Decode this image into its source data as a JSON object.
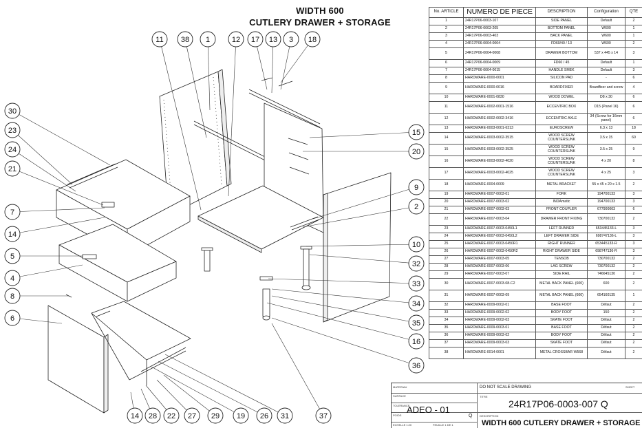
{
  "title_line1": "WIDTH 600",
  "title_line2": "CUTLERY DRAWER + STORAGE",
  "table": {
    "headers": [
      "No. ARTICLE",
      "NUMERO DE PIECE",
      "DESCRIPTION",
      "Configuration",
      "QTE"
    ],
    "rows": [
      [
        "1",
        "24R17P06-0003-107",
        "SIDE PANEL",
        "Default",
        "2"
      ],
      [
        "2",
        "24R17P06-0003-205",
        "BOTTOM PANEL",
        "W600",
        "1"
      ],
      [
        "3",
        "24R17P06-0003-403",
        "BACK PANEL",
        "W600",
        "1"
      ],
      [
        "4",
        "24R17P06-0004-0004",
        "FD60/40 / 13",
        "W600",
        "2"
      ],
      [
        "5",
        "24R17P06-0004-0008",
        "DRAWER BOTTOM",
        "537 x 445 x 14",
        "3"
      ],
      [
        "6",
        "24R17P06-0004-0009",
        "FD60 / 45",
        "Default",
        "1"
      ],
      [
        "7",
        "24R17P06-0004-0015",
        "HANDLE SMEK",
        "Default",
        "3"
      ],
      [
        "8",
        "HARDWARE-0000-0001",
        "SILICON PAD",
        "-",
        "6"
      ],
      [
        "9",
        "HARDWARE-0000-0016",
        "BOARDFIXER",
        "Boardfixer and screw",
        "4"
      ],
      [
        "10",
        "HARDWARE-0001-0830",
        "WOOD DOWEL",
        "D8 x 30",
        "6"
      ],
      [
        "11",
        "HARDWARE-0002-0001-1516",
        "ECCENTRIC BOX",
        "D15 (Panel 16)",
        "6"
      ],
      [
        "12",
        "HARDWARE-0002-0002-3416",
        "ECCENTRIC AXLE",
        "34 (Screw for 16mm panel)",
        "6"
      ],
      [
        "13",
        "HARDWARE-0003-0001-6313",
        "EUROSCREW",
        "6.3 x 13",
        "18"
      ],
      [
        "14",
        "HARDWARE-0003-0002-3515",
        "WOOD SCREW COUNTERSUNK",
        "3.5 x 15",
        "60"
      ],
      [
        "15",
        "HARDWARE-0003-0002-3525",
        "WOOD SCREW COUNTERSUNK",
        "3.5 x 25",
        "9"
      ],
      [
        "16",
        "HARDWARE-0003-0002-4020",
        "WOOD SCREW COUNTERSUNK",
        "4 x 20",
        "8"
      ],
      [
        "17",
        "HARDWARE-0003-0002-4025",
        "WOOD SCREW COUNTERSUNK",
        "4 x 25",
        "3"
      ],
      [
        "18",
        "HARDWARE-0004-0009",
        "METAL BRACKET",
        "55 x 45 x 20 x 1.5",
        "2"
      ],
      [
        "19",
        "HARDWARE-0007-0003-01",
        "FORK",
        "194700133",
        "3"
      ],
      [
        "20",
        "HARDWARE-0007-0003-02",
        "INDAmatic",
        "194700133",
        "3"
      ],
      [
        "21",
        "HARDWARE-0007-0003-03",
        "FRONT COUPLER",
        "677900003",
        "6"
      ],
      [
        "22",
        "HARDWARE-0007-0003-04",
        "DRAWER FRONT FIXING",
        "730700132",
        "2"
      ],
      [
        "23",
        "HARDWARE-0007-0003-0450L1",
        "LEFT RUNNER",
        "653445133-L",
        "3"
      ],
      [
        "24",
        "HARDWARE-0007-0003-0450L2",
        "LEFT DRAWER SIDE",
        "698747136-L",
        "3"
      ],
      [
        "25",
        "HARDWARE-0007-0003-0450R1",
        "RIGHT RUNNER",
        "653445133-R",
        "3"
      ],
      [
        "26",
        "HARDWARE-0007-0003-0450R2",
        "RIGHT DRAWER SIDE",
        "698747136-R",
        "3"
      ],
      [
        "27",
        "HARDWARE-0007-0003-05",
        "TENSOB",
        "730700132",
        "2"
      ],
      [
        "28",
        "HARDWARE-0007-0003-06",
        "LAG SCREW",
        "730700132",
        "2"
      ],
      [
        "29",
        "HARDWARE-0007-0003-07",
        "SIDE RAIL",
        "746645130",
        "2"
      ],
      [
        "30",
        "HARDWARE-0007-0003-08-C2",
        "METAL BACK PANEL (600)",
        "600",
        "2"
      ],
      [
        "31",
        "HARDWARE-0007-0003-09",
        "METAL BACK PANEL (600)",
        "654160135",
        "1"
      ],
      [
        "32",
        "HARDWARE-0009-0002-01",
        "BASE FOOT",
        "Défaut",
        "2"
      ],
      [
        "33",
        "HARDWARE-0009-0002-02",
        "BODY FOOT",
        "150",
        "2"
      ],
      [
        "34",
        "HARDWARE-0009-0002-03",
        "SKATE FOOT",
        "Défaut",
        "2"
      ],
      [
        "35",
        "HARDWARE-0009-0003-01",
        "BASE FOOT",
        "Défaut",
        "2"
      ],
      [
        "36",
        "HARDWARE-0009-0003-02",
        "BODY FOOT",
        "Défaut",
        "2"
      ],
      [
        "37",
        "HARDWARE-0009-0003-03",
        "SKATE FOOT",
        "Défaut",
        "2"
      ],
      [
        "38",
        "HARDWARE-0014-0001",
        "METAL CROSSBAR W568",
        "Défaut",
        "2"
      ]
    ]
  },
  "title_block": {
    "small_labels": [
      "MATERIAU",
      "SURFACE",
      "TOLERANCE",
      "POIDS",
      "ECHELLE 1:20",
      "FEUILLE 1 DE 1",
      "TITRE",
      "DESCRIPTION",
      "SHEET"
    ],
    "do_not_scale": "DO NOT SCALE DRAWING",
    "client": "ADEO - 01",
    "revision": "Q",
    "drawing_number": "24R17P06-0003-007 Q",
    "drawing_title": "WIDTH 600 CUTLERY DRAWER + STORAGE"
  },
  "balloons": [
    {
      "n": "11"
    },
    {
      "n": "38"
    },
    {
      "n": "1"
    },
    {
      "n": "12"
    },
    {
      "n": "17"
    },
    {
      "n": "13"
    },
    {
      "n": "3"
    },
    {
      "n": "18"
    },
    {
      "n": "30"
    },
    {
      "n": "23"
    },
    {
      "n": "24"
    },
    {
      "n": "21"
    },
    {
      "n": "7"
    },
    {
      "n": "14"
    },
    {
      "n": "5"
    },
    {
      "n": "4"
    },
    {
      "n": "8"
    },
    {
      "n": "6"
    },
    {
      "n": "15"
    },
    {
      "n": "20"
    },
    {
      "n": "9"
    },
    {
      "n": "2"
    },
    {
      "n": "10"
    },
    {
      "n": "32"
    },
    {
      "n": "33"
    },
    {
      "n": "34"
    },
    {
      "n": "35"
    },
    {
      "n": "16"
    },
    {
      "n": "36"
    },
    {
      "n": "14"
    },
    {
      "n": "28"
    },
    {
      "n": "22"
    },
    {
      "n": "27"
    },
    {
      "n": "29"
    },
    {
      "n": "19"
    },
    {
      "n": "26"
    },
    {
      "n": "31"
    },
    {
      "n": "37"
    }
  ]
}
